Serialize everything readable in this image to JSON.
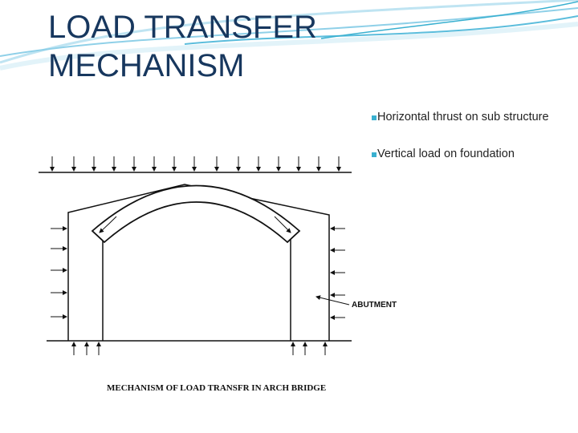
{
  "slide": {
    "title_line1": "LOAD TRANSFER",
    "title_line2": "MECHANISM",
    "bullets": [
      "Horizontal thrust on sub structure",
      "Vertical load on foundation"
    ]
  },
  "diagram": {
    "abutment_label": "ABUTMENT",
    "caption": "MECHANISM OF LOAD TRANSFR IN ARCH BRIDGE"
  },
  "colors": {
    "title": "#17375e",
    "accent": "#39b0d0",
    "line": "#111111"
  },
  "icons": {
    "bullet": "square-bullet-icon",
    "load_arrow": "arrow-down-icon",
    "thrust_arrow": "arrow-horizontal-icon",
    "reaction_arrow": "arrow-up-icon"
  }
}
